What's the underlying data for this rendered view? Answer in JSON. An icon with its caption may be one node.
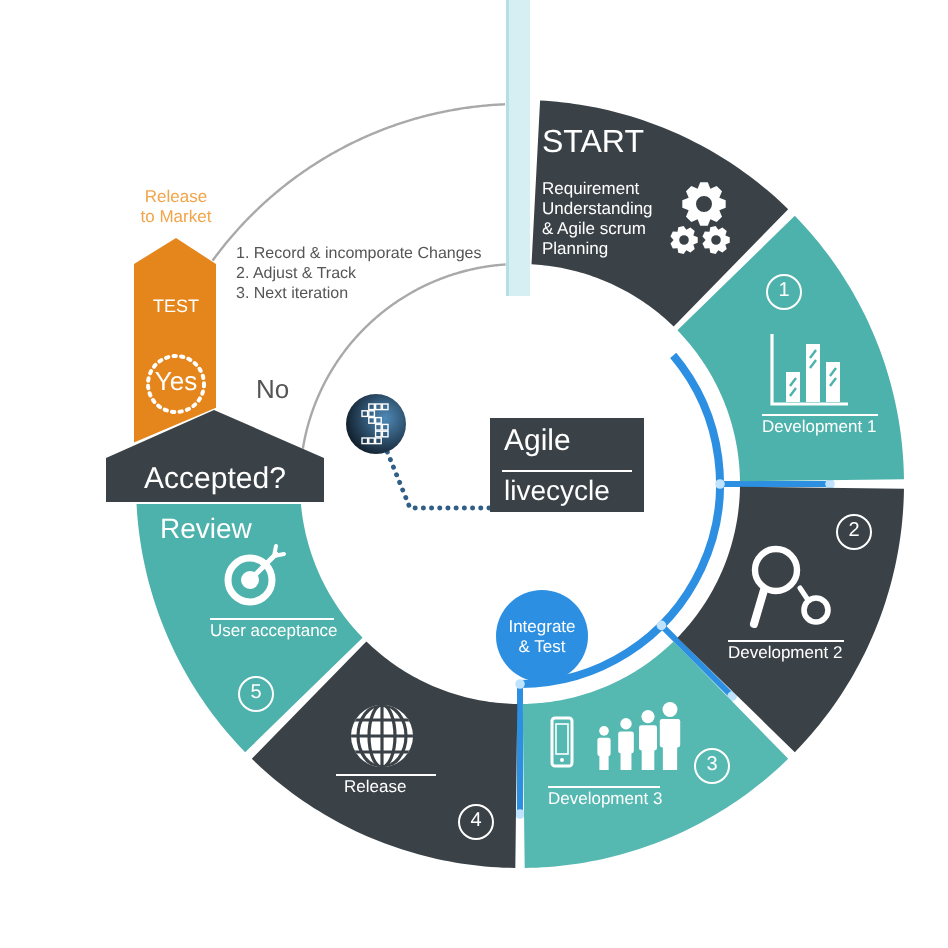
{
  "diagram": {
    "nodes": [
      {
        "text": [
          "Release to Market",
          "TEST"
        ]
      },
      {
        "text": [
          "Yes"
        ],
        "in": 0
      },
      {
        "text": [],
        "shape": "bar"
      },
      {
        "text": [
          "START",
          "Requirement Understanding & Agile scrum Planning"
        ]
      },
      {
        "text": [
          "1",
          "Development 1"
        ]
      },
      {
        "text": [],
        "shape": "circle"
      },
      {
        "text": [
          "Accepted?"
        ]
      },
      {
        "text": [
          "Agile",
          "livecycle"
        ]
      },
      {
        "text": [
          "2",
          "Development 2"
        ]
      },
      {
        "text": [
          "Review",
          "User acceptance",
          "5"
        ]
      },
      {
        "text": [
          "Integrate & Test"
        ]
      },
      {
        "text": [
          "3",
          "Development 3"
        ]
      },
      {
        "text": [
          "Release",
          "4"
        ]
      }
    ],
    "edges": [
      {
        "from": 0,
        "to": 2,
        "arrow": "none"
      },
      {
        "from": 6,
        "to": 2,
        "arrow": "none",
        "label": "No"
      },
      {
        "from": 5,
        "to": 7,
        "arrow": "none",
        "style": "dashed",
        "color": "#2f5f86"
      }
    ],
    "labels": [
      "1. Record & incomporate Changes",
      "2. Adjust & Track",
      "3. Next iteration"
    ]
  }
}
